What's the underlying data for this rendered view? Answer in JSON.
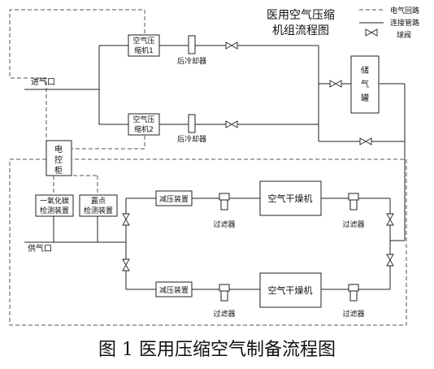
{
  "title": [
    "医用空气压缩",
    "机组流程图"
  ],
  "legend": {
    "electric": "电气回路",
    "pipe": "连接管路",
    "valve": "球阀"
  },
  "compressor1": [
    "空气压",
    "缩机1"
  ],
  "compressor2": [
    "空气压",
    "缩机2"
  ],
  "aftercooler1": "后冷却器",
  "aftercooler2": "后冷却器",
  "tank": [
    "储",
    "气",
    "罐"
  ],
  "inlet": "进气口",
  "control": [
    "电",
    "控",
    "柜"
  ],
  "co_detector": [
    "一氧化碳",
    "检测装置"
  ],
  "dew_detector": [
    "露点",
    "检测装置"
  ],
  "outlet": "供气口",
  "reducer1": "减压装置",
  "reducer2": "减压装置",
  "dryer1": "空气干燥机",
  "dryer2": "空气干燥机",
  "filters": [
    "过滤器",
    "过滤器",
    "过滤器",
    "过滤器"
  ],
  "caption": "图 1 医用压缩空气制备流程图"
}
